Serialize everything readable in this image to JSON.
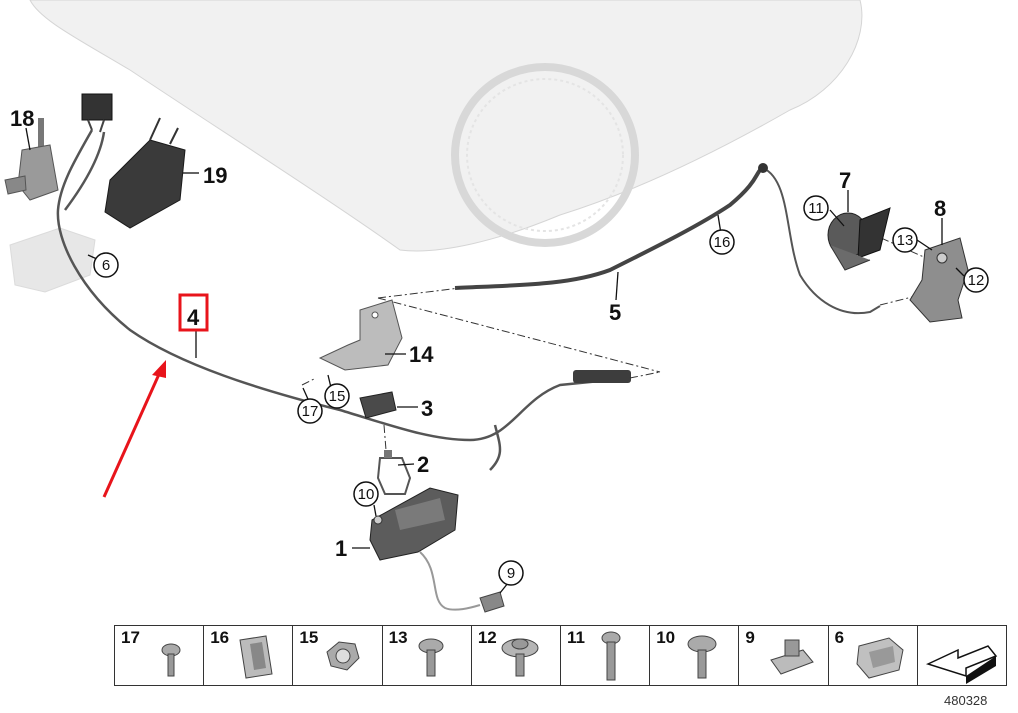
{
  "callouts_plain": [
    {
      "id": "c18",
      "text": "18"
    },
    {
      "id": "c19",
      "text": "19"
    },
    {
      "id": "c7",
      "text": "7"
    },
    {
      "id": "c8",
      "text": "8"
    },
    {
      "id": "c4",
      "text": "4"
    },
    {
      "id": "c5",
      "text": "5"
    },
    {
      "id": "c14",
      "text": "14"
    },
    {
      "id": "c3",
      "text": "3"
    },
    {
      "id": "c2",
      "text": "2"
    },
    {
      "id": "c1",
      "text": "1"
    }
  ],
  "callouts_circled": [
    {
      "id": "k6",
      "text": "6"
    },
    {
      "id": "k16",
      "text": "16"
    },
    {
      "id": "k11",
      "text": "11"
    },
    {
      "id": "k13",
      "text": "13"
    },
    {
      "id": "k12",
      "text": "12"
    },
    {
      "id": "k15",
      "text": "15"
    },
    {
      "id": "k17",
      "text": "17"
    },
    {
      "id": "k10",
      "text": "10"
    },
    {
      "id": "k9",
      "text": "9"
    }
  ],
  "highlight": {
    "label": "4",
    "color": "#e8141b"
  },
  "legend": [
    "17",
    "16",
    "15",
    "13",
    "12",
    "11",
    "10",
    "9",
    "6",
    ""
  ],
  "doc_number": "480328"
}
